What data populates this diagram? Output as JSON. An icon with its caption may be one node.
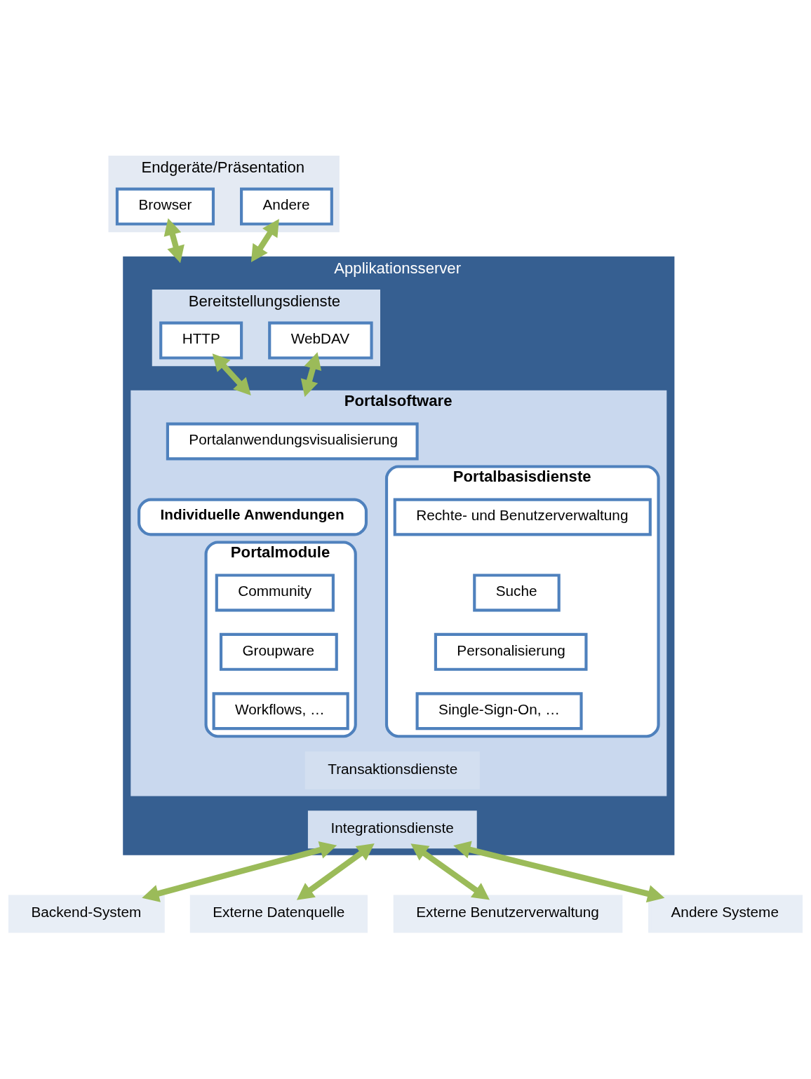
{
  "diagram": {
    "nodes": [
      {
        "text": [
          "Endgeräte/Präsentation"
        ]
      },
      {
        "text": [
          "Browser"
        ],
        "in": 0
      },
      {
        "text": [
          "Andere"
        ],
        "in": 0
      },
      {
        "text": [
          "Applikationsserver"
        ]
      },
      {
        "text": [
          "Bereitstellungsdienste"
        ],
        "in": 3
      },
      {
        "text": [
          "HTTP"
        ],
        "in": 4
      },
      {
        "text": [
          "WebDAV"
        ],
        "in": 4
      },
      {
        "text": [
          "Portalsoftware"
        ],
        "in": 3
      },
      {
        "text": [
          "Portalanwendungsvisualisierung"
        ],
        "in": 7
      },
      {
        "text": [
          "Individuelle Anwendungen"
        ],
        "in": 7
      },
      {
        "text": [
          "Portalmodule"
        ],
        "in": 7
      },
      {
        "text": [
          "Community"
        ],
        "in": 10
      },
      {
        "text": [
          "Groupware"
        ],
        "in": 10
      },
      {
        "text": [
          "Workflows, …"
        ],
        "in": 10
      },
      {
        "text": [
          "Portalbasisdienste"
        ],
        "in": 7
      },
      {
        "text": [
          "Rechte- und Benutzerverwaltung"
        ],
        "in": 14
      },
      {
        "text": [
          "Suche"
        ],
        "in": 14
      },
      {
        "text": [
          "Personalisierung"
        ],
        "in": 14
      },
      {
        "text": [
          "Single-Sign-On, …"
        ],
        "in": 14
      },
      {
        "text": [
          "Transaktionsdienste"
        ],
        "in": 7
      },
      {
        "text": [
          "Integrationsdienste"
        ],
        "in": 3
      },
      {
        "text": [
          "Backend-System"
        ]
      },
      {
        "text": [
          "Externe Datenquelle"
        ]
      },
      {
        "text": [
          "Externe Benutzerverwaltung"
        ]
      },
      {
        "text": [
          "Andere Systeme"
        ]
      }
    ],
    "edges": [
      {
        "from": 1,
        "to": 3,
        "arrow": "both"
      },
      {
        "from": 2,
        "to": 3,
        "arrow": "both"
      },
      {
        "from": 5,
        "to": 7,
        "arrow": "both"
      },
      {
        "from": 6,
        "to": 7,
        "arrow": "both"
      },
      {
        "from": 20,
        "to": 21,
        "arrow": "both"
      },
      {
        "from": 20,
        "to": 22,
        "arrow": "both"
      },
      {
        "from": 20,
        "to": 23,
        "arrow": "both"
      },
      {
        "from": 20,
        "to": 24,
        "arrow": "both"
      }
    ]
  }
}
